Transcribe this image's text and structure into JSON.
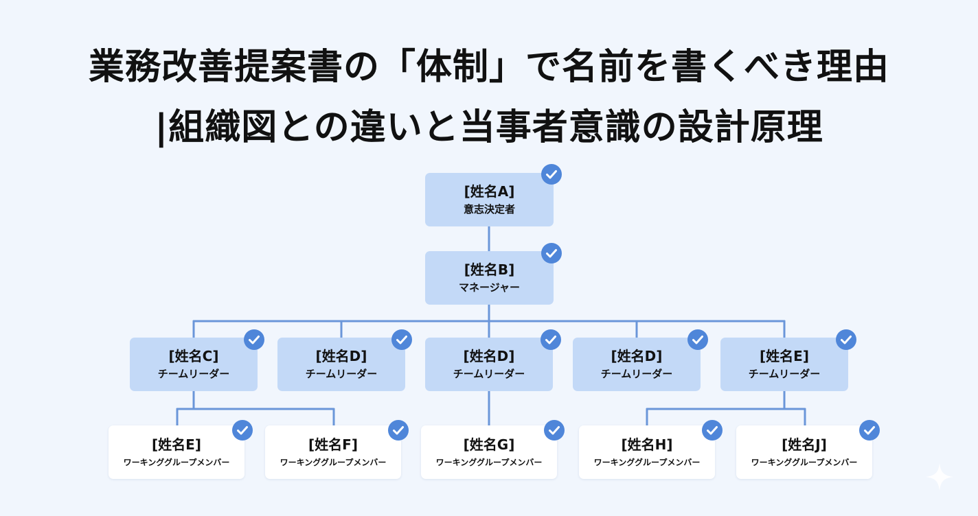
{
  "title": {
    "line1": "業務改善提案書の「体制」で名前を書くべき理由",
    "line2": "|組織図との違いと当事者意識の設計原理"
  },
  "nodes": [
    {
      "id": "a",
      "name": "[姓名A]",
      "role": "意志決定者"
    },
    {
      "id": "b",
      "name": "[姓名B]",
      "role": "マネージャー"
    },
    {
      "id": "c",
      "name": "[姓名C]",
      "role": "チームリーダー"
    },
    {
      "id": "d1",
      "name": "[姓名D]",
      "role": "チームリーダー"
    },
    {
      "id": "d2",
      "name": "[姓名D]",
      "role": "チームリーダー"
    },
    {
      "id": "d3",
      "name": "[姓名D]",
      "role": "チームリーダー"
    },
    {
      "id": "e1",
      "name": "[姓名E]",
      "role": "チームリーダー"
    },
    {
      "id": "e2",
      "name": "[姓名E]",
      "role": "ワーキンググループメンバー"
    },
    {
      "id": "f",
      "name": "[姓名F]",
      "role": "ワーキンググループメンバー"
    },
    {
      "id": "g",
      "name": "[姓名G]",
      "role": "ワーキンググループメンバー"
    },
    {
      "id": "h",
      "name": "[姓名H]",
      "role": "ワーキンググループメンバー"
    },
    {
      "id": "j",
      "name": "[姓名J]",
      "role": "ワーキンググループメンバー"
    }
  ],
  "colors": {
    "background": "#f1f6fd",
    "leader_box": "#c3d9f7",
    "member_box": "#ffffff",
    "connector": "#6a96d9",
    "check_badge": "#4f86d9"
  },
  "icons": {
    "badge": "check-circle-icon",
    "corner": "sparkle-icon"
  }
}
